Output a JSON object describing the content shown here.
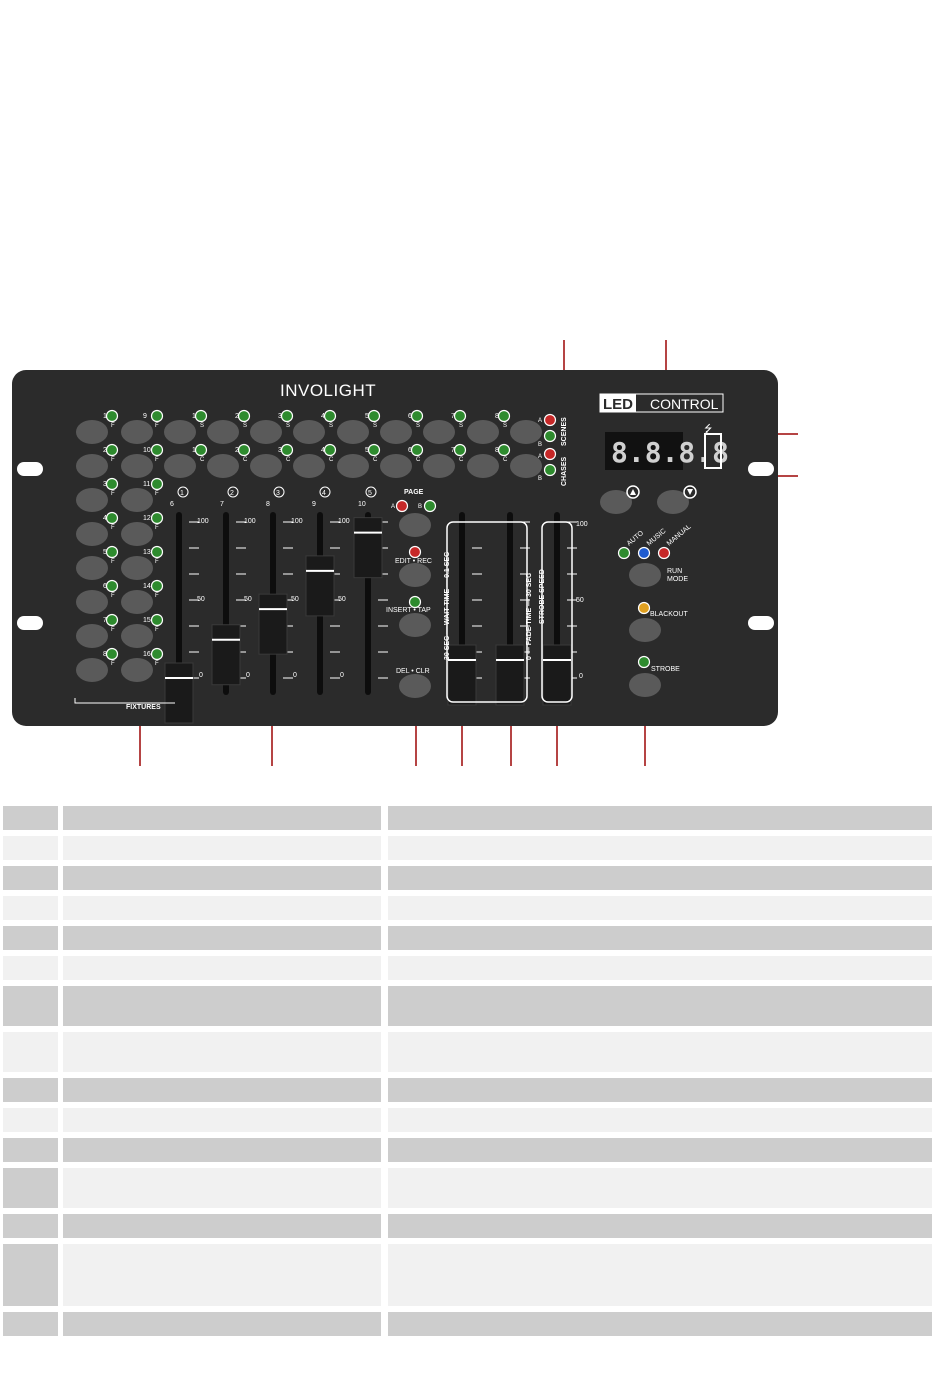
{
  "panel": {
    "brand": "INVOLIGHT",
    "product_badge": "LED",
    "product_name": "CONTROL",
    "display_text": "8.8.8.8",
    "fixtures_label": "FIXTURES",
    "page_label": "PAGE",
    "page_a": "A",
    "page_b": "B",
    "scenes_label": "SCENES",
    "chases_label": "CHASES",
    "scene_a": "A",
    "scene_b": "B",
    "chase_a": "A",
    "chase_b": "B",
    "edit_rec": "EDIT • REC",
    "insert_tap": "INSERT • TAP",
    "del_clr": "DEL • CLR",
    "wait_time": "30 SEC  —  WAIT TIME  —  0.1 SEC",
    "fade_time": "0  —  FADE TIME  —  30 SEC",
    "strobe_speed": "STROBE SPEED",
    "mode_auto": "AUTO",
    "mode_music": "MUSIC",
    "mode_manual": "MANUAL",
    "run_mode": "RUN MODE",
    "blackout": "BLACKOUT",
    "strobe": "STROBE",
    "scale_100": "100",
    "scale_50": "50",
    "scale_0": "0",
    "left_fixture_labels": [
      "1",
      "2",
      "3",
      "4",
      "5",
      "6",
      "7",
      "8"
    ],
    "right_fixture_labels": [
      "9",
      "10",
      "11",
      "12",
      "13",
      "14",
      "15",
      "16"
    ],
    "fixture_suffix": "F",
    "scene_numbers": [
      "1",
      "2",
      "3",
      "4",
      "5",
      "6",
      "7",
      "8"
    ],
    "scene_suffix": "S",
    "chase_suffix": "C",
    "channel_top": [
      "1",
      "2",
      "3",
      "4",
      "5"
    ],
    "channel_bottom": [
      "6",
      "7",
      "8",
      "9",
      "10"
    ],
    "fader_levels": [
      0,
      25,
      45,
      70,
      95
    ],
    "colors": {
      "panel": "#2b2b2b",
      "button": "#5a5a5a",
      "led_green": "#2e8b2e",
      "led_red": "#c62828",
      "led_blue": "#1e5bd0",
      "led_amber": "#e0a020",
      "arrow": "#b54444"
    }
  },
  "table": {
    "rows": [
      "dark",
      "light",
      "dark",
      "light",
      "dark",
      "light",
      "dark-tall",
      "light-tall",
      "dark",
      "light",
      "dark",
      "light-tall",
      "dark",
      "light-xtall",
      "dark"
    ]
  }
}
